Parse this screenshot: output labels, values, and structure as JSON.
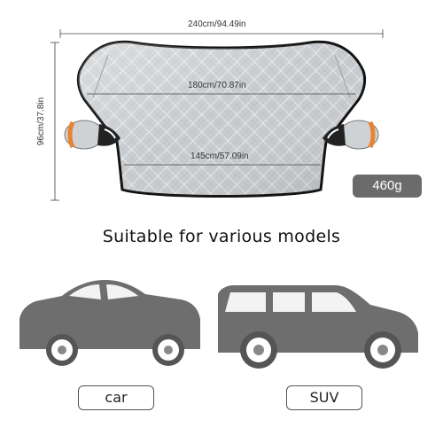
{
  "dimensions": {
    "total_width": "240cm/94.49in",
    "middle_width": "180cm/70.87in",
    "bottom_width": "145cm/57.09in",
    "height": "96cm/37.8in"
  },
  "weight": "460g",
  "headline": "Suitable for various models",
  "models": [
    {
      "label": "car",
      "icon": "sedan-car-icon"
    },
    {
      "label": "SUV",
      "icon": "suv-icon"
    }
  ],
  "colors": {
    "cover_silver": "#c9cccf",
    "cover_border": "#111111",
    "mirror_band": "#e8832f",
    "vehicle_gray": "#6e6e6e",
    "badge_bg": "#6b6b6b"
  }
}
